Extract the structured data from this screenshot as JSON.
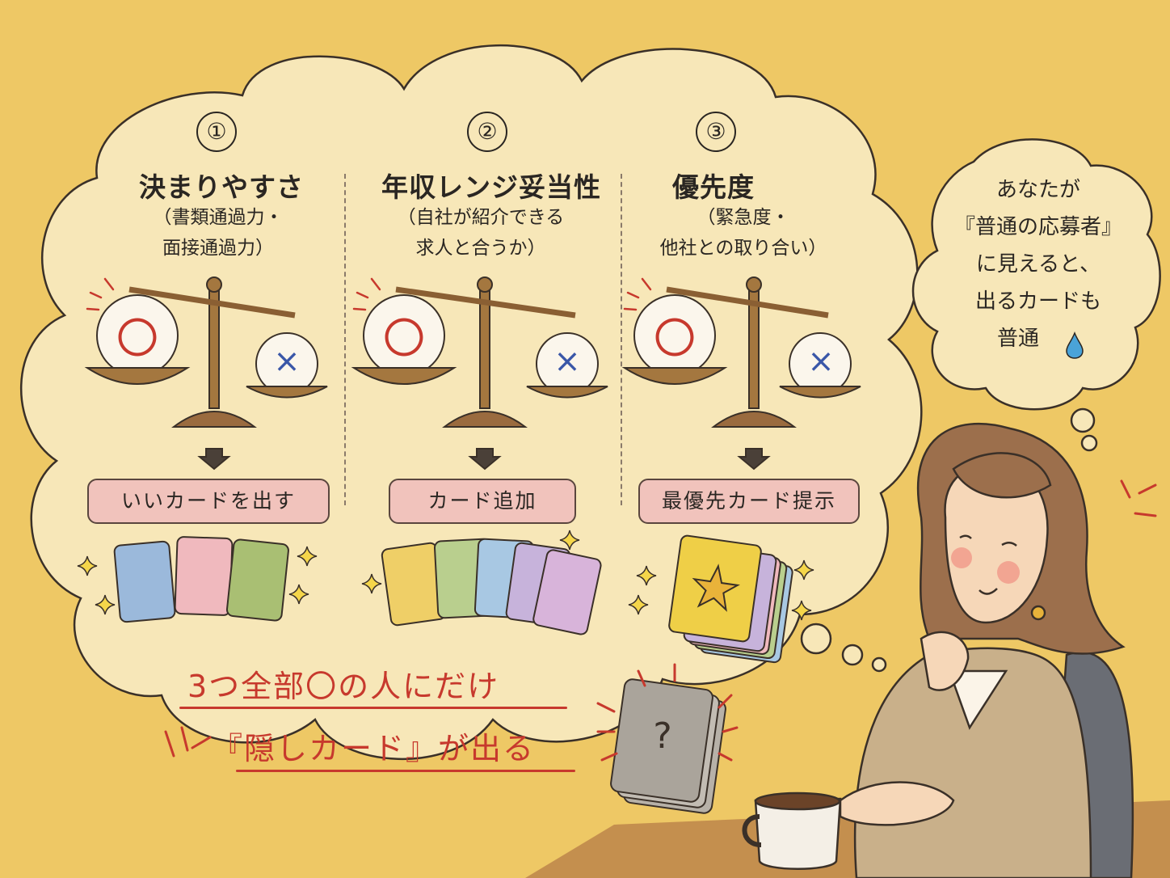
{
  "steps": [
    {
      "num": "①",
      "title": "決まりやすさ",
      "sub1": "（書類通過力・",
      "sub2": "面接通過力）",
      "good_mark": "〇",
      "bad_mark": "×",
      "result": "いいカードを出す"
    },
    {
      "num": "②",
      "title": "年収レンジ妥当性",
      "sub1": "（自社が紹介できる",
      "sub2": "求人と合うか）",
      "good_mark": "〇",
      "bad_mark": "×",
      "result": "カード追加"
    },
    {
      "num": "③",
      "title": "優先度",
      "sub1": "（緊急度・",
      "sub2": "他社との取り合い）",
      "good_mark": "〇",
      "bad_mark": "×",
      "result": "最優先カード提示"
    }
  ],
  "conclusion": {
    "line1": "3つ全部〇の人にだけ",
    "line2": "『隠しカード』が出る",
    "hidden_card_mark": "?"
  },
  "thought": {
    "line1": "あなたが",
    "line2": "『普通の応募者』",
    "line3": "に見えると、",
    "line4": "出るカードも",
    "line5": "普通",
    "drop_icon": "water-drop-icon"
  },
  "colors": {
    "background": "#eec865",
    "cloud": "#f7e7b8",
    "accent_red": "#c7392d",
    "cross_blue": "#3a57a8",
    "pill_pink": "#f1c3bc",
    "cards": [
      "#9bb9db",
      "#f0b9be",
      "#a9bf73",
      "#efcf67",
      "#b9cf8e",
      "#a8c8e3",
      "#c7b3db",
      "#d8b4da"
    ]
  }
}
